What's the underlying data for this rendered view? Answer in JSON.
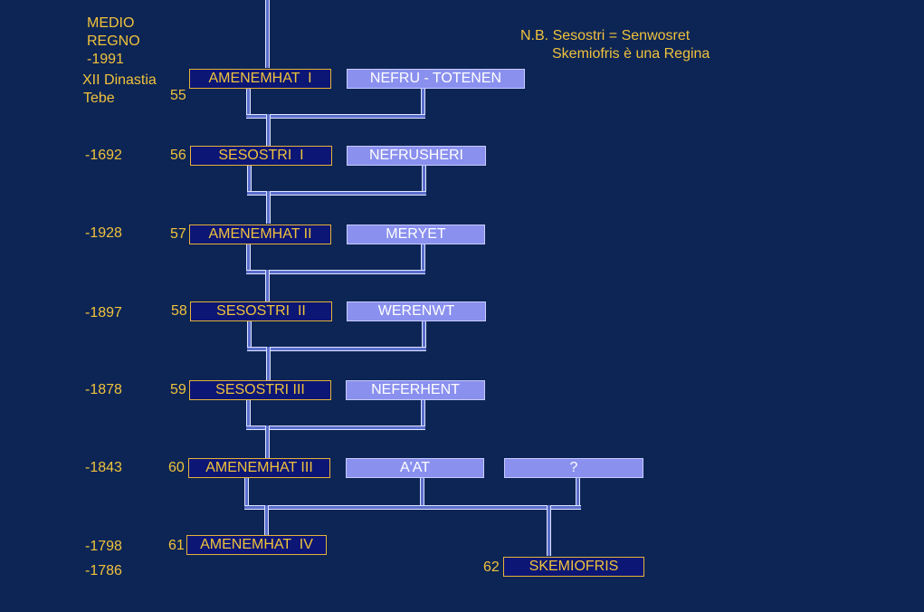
{
  "header": {
    "era_line1": "MEDIO",
    "era_line2": "REGNO",
    "era_year": "-1991",
    "dynasty": "XII Dinastia",
    "capital": "Tebe"
  },
  "notes": {
    "line1": "N.B. Sesostri = Senwosret",
    "line2": "Skemiofris è una Regina"
  },
  "years": [
    "-1692",
    "-1928",
    "-1897",
    "-1878",
    "-1843",
    "-1798",
    "-1786"
  ],
  "numbers": [
    "55",
    "56",
    "57",
    "58",
    "59",
    "60",
    "61",
    "62"
  ],
  "kings": [
    "AMENEMHAT  I",
    "SESOSTRI  I",
    "AMENEMHAT II",
    "SESOSTRI  II",
    "SESOSTRI III",
    "AMENEMHAT III",
    "AMENEMHAT  IV",
    "SKEMIOFRIS"
  ],
  "queens": [
    "NEFRU - TOTENEN",
    "NEFRUSHERI",
    "MERYET",
    "WERENWT",
    "NEFERHENT",
    "A'AT",
    "?"
  ]
}
